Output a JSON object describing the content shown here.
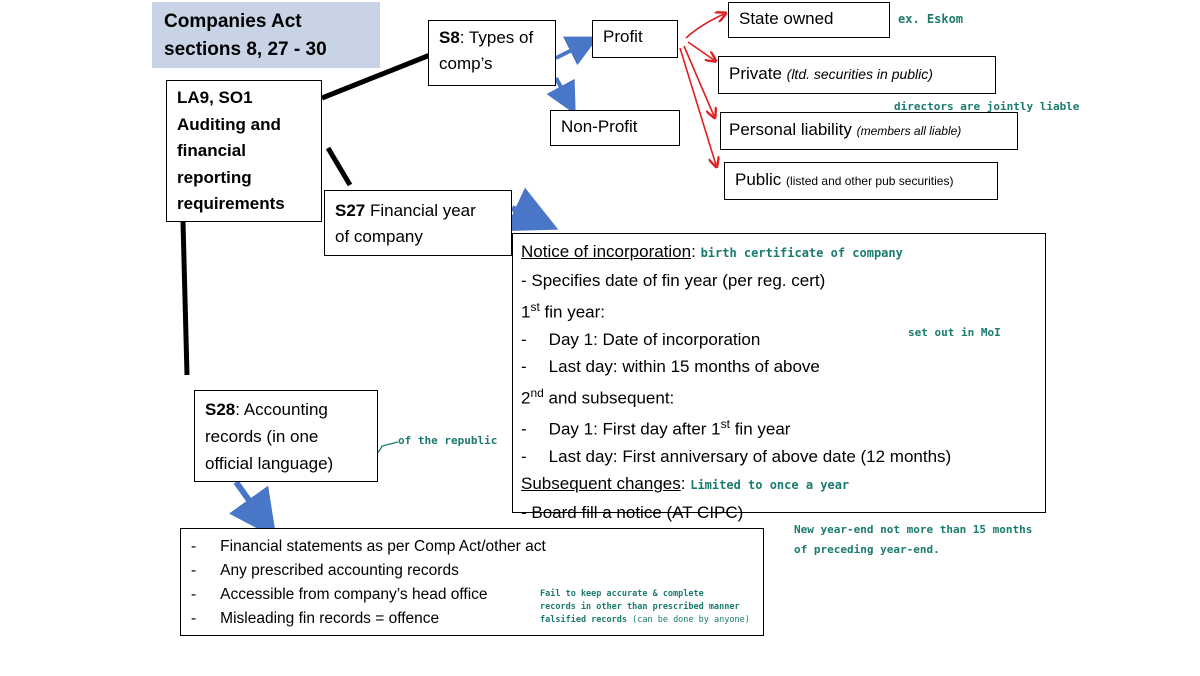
{
  "title_box": {
    "line1": "Companies Act",
    "line2": "sections 8, 27 -  30"
  },
  "la_box": {
    "lines": [
      "LA9, SO1",
      "Auditing and",
      "financial",
      "reporting",
      "requirements"
    ]
  },
  "s8_box": {
    "code": "S8",
    "text1": ": Types of",
    "text2": "comp’s"
  },
  "profit_box": {
    "label": "Profit"
  },
  "nonprofit_box": {
    "label": "Non-Profit"
  },
  "types": {
    "state": {
      "label": "State owned",
      "note": "ex. Eskom"
    },
    "private": {
      "label": "Private",
      "detail": "(ltd. securities in public)"
    },
    "personal": {
      "label": "Personal liability",
      "detail": "(members all liable)",
      "note": "directors are jointly liable"
    },
    "public": {
      "label": "Public",
      "detail": "(listed and other pub securities)"
    }
  },
  "s27_box": {
    "code": "S27",
    "text1": " Financial year",
    "text2": "of company"
  },
  "notice_box": {
    "heading": "Notice of incorporation",
    "heading_suffix": ":",
    "heading_note": "birth certificate of company",
    "line1": "- Specifies date of fin year (per reg. cert)",
    "first_year_num": "1",
    "first_year_sup": "st",
    "first_year_text": " fin year:",
    "day1": "Day 1: Date of incorporation",
    "lastday": "Last day: within 15 months of above",
    "lastday_note": "set out in MoI",
    "second_num": "2",
    "second_sup": "nd",
    "second_text": " and subsequent:",
    "day1b_pre": "Day 1: First day after 1",
    "day1b_sup": "st",
    "day1b_post": " fin year",
    "lastdayb": "Last day: First anniversary of above date (12 months)",
    "changes_heading": "Subsequent changes",
    "changes_suffix": ":",
    "changes_note": "Limited to once a year",
    "board": "- Board fill a notice (AT CIPC)",
    "dash": "-"
  },
  "year_end_note": {
    "line1": "New year-end not  more than 15 months",
    "line2": "of preceding year-end."
  },
  "s28_box": {
    "code": "S28",
    "text1": ": Accounting",
    "text2": "records (in one",
    "text3": "official language)",
    "note": "of the republic"
  },
  "records_box": {
    "dash": "-",
    "items": [
      "Financial statements as per Comp Act/other act",
      "Any prescribed accounting records",
      "Accessible from company’s head office",
      "Misleading fin records = offence"
    ]
  },
  "offence_note": {
    "line1": "Fail to keep accurate & complete",
    "line2": "records in other than prescribed manner",
    "line3": "falsified records",
    "line3b": "(can be done by anyone)"
  },
  "colors": {
    "title_bg": "#c9d3e6",
    "blue_arrow": "#4a76c8",
    "red_arrow": "#e02020",
    "handwriting": "#1a7a6e"
  }
}
